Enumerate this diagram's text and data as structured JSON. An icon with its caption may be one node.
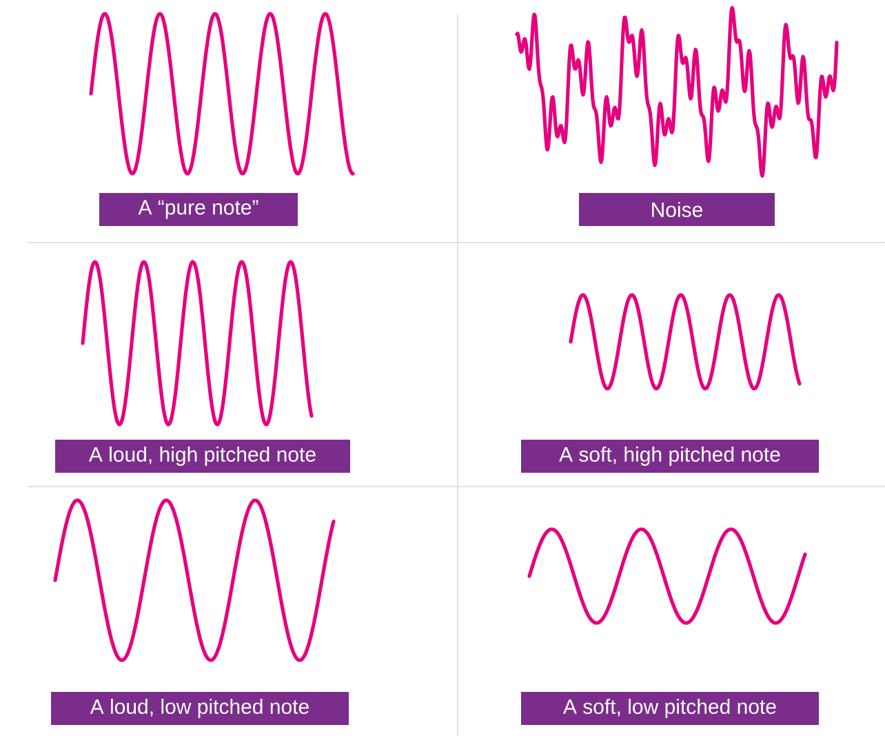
{
  "diagram": {
    "nodes": [
      {
        "text": [
          "A “pure note”"
        ]
      },
      {
        "text": [
          "Noise"
        ]
      },
      {
        "text": [
          "A loud, high pitched note"
        ]
      },
      {
        "text": [
          "A soft, high pitched note"
        ]
      },
      {
        "text": [
          "A loud, low pitched note"
        ]
      },
      {
        "text": [
          "A soft, low pitched note"
        ]
      }
    ]
  }
}
